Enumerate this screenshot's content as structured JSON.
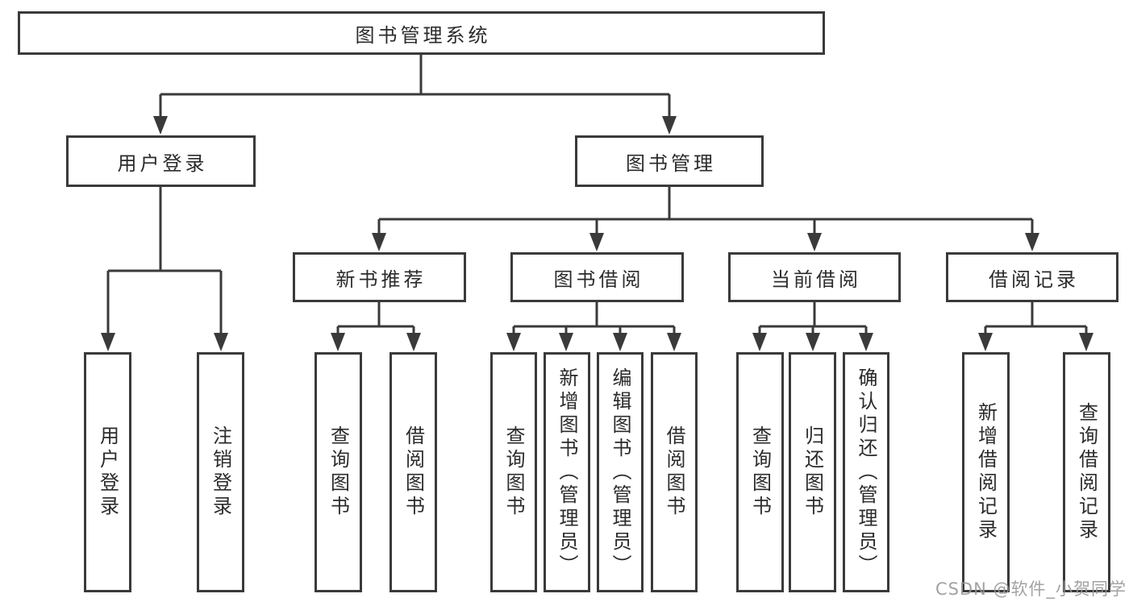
{
  "diagram_type": "hierarchy-tree",
  "tree": {
    "label": "图书管理系统",
    "children": [
      {
        "label": "用户登录",
        "children": [
          {
            "label": "用户登录"
          },
          {
            "label": "注销登录"
          }
        ]
      },
      {
        "label": "图书管理",
        "children": [
          {
            "label": "新书推荐",
            "children": [
              {
                "label": "查询图书"
              },
              {
                "label": "借阅图书"
              }
            ]
          },
          {
            "label": "图书借阅",
            "children": [
              {
                "label": "查询图书"
              },
              {
                "label": "新增图书（管理员）"
              },
              {
                "label": "编辑图书（管理员）"
              },
              {
                "label": "借阅图书"
              }
            ]
          },
          {
            "label": "当前借阅",
            "children": [
              {
                "label": "查询图书"
              },
              {
                "label": "归还图书"
              },
              {
                "label": "确认归还（管理员）"
              }
            ]
          },
          {
            "label": "借阅记录",
            "children": [
              {
                "label": "新增借阅记录"
              },
              {
                "label": "查询借阅记录"
              }
            ]
          }
        ]
      }
    ]
  },
  "watermark": "CSDN @软件_小贺同学",
  "colors": {
    "line": "#3a3a3a",
    "box_border": "#3a3a3a",
    "text": "#2b2b2b",
    "watermark": "#989898",
    "background": "#ffffff"
  }
}
